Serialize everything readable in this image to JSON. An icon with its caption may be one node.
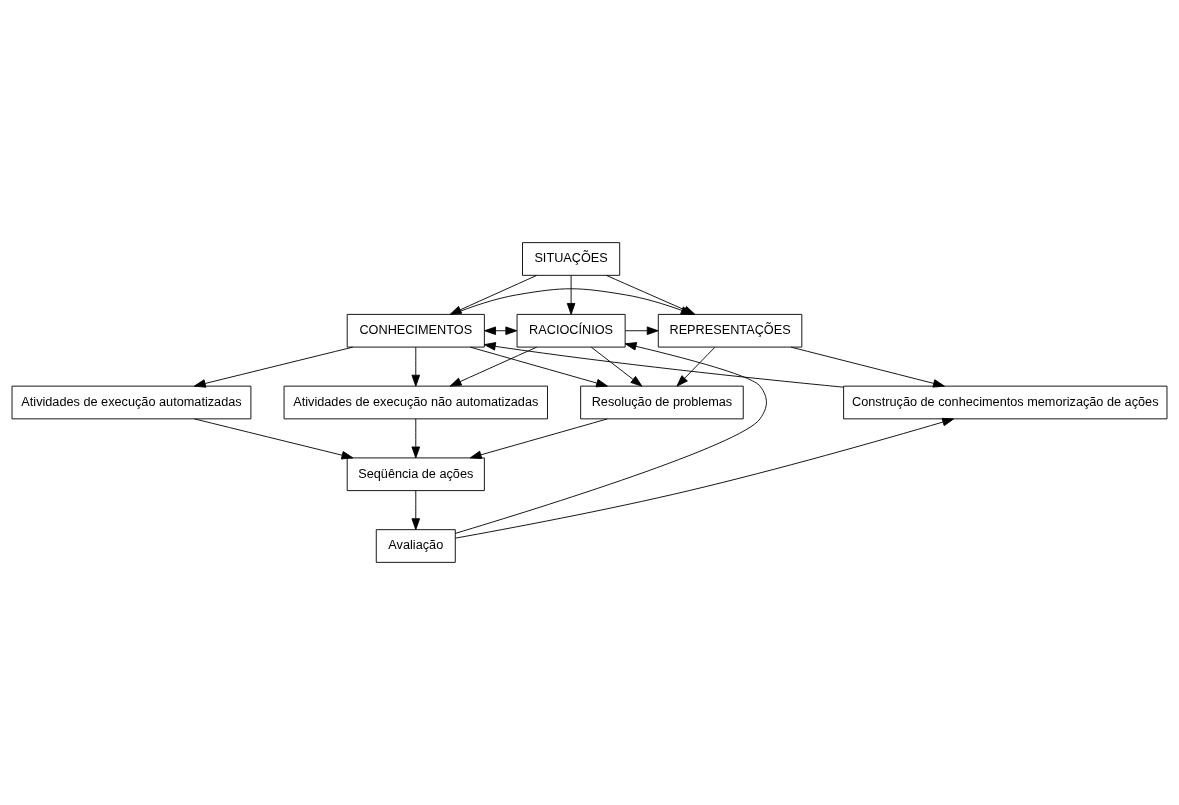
{
  "diagram": {
    "nodes": [
      {
        "text": [
          "SITUAÇÕES"
        ]
      },
      {
        "text": [
          "CONHECIMENTOS"
        ]
      },
      {
        "text": [
          "REPRESENTAÇÕES"
        ]
      },
      {
        "text": [
          "RACIOCÍNIOS"
        ]
      },
      {
        "text": [
          "Construção de conhecimentos memorização de ações"
        ]
      },
      {
        "text": [
          "Atividades de execução automatizadas"
        ]
      },
      {
        "text": [
          "Atividades de execução não automatizadas"
        ]
      },
      {
        "text": [
          "Resolução de problemas"
        ]
      },
      {
        "text": [
          "Seqüência de ações"
        ]
      },
      {
        "text": [
          "Avaliação"
        ]
      }
    ],
    "edges": [
      {
        "from": 0,
        "to": 1,
        "arrow": "to"
      },
      {
        "from": 0,
        "to": 2,
        "arrow": "to"
      },
      {
        "from": 0,
        "to": 3,
        "arrow": "to"
      },
      {
        "from": 1,
        "to": 3,
        "arrow": "both"
      },
      {
        "from": 1,
        "to": 2,
        "arrow": "to"
      },
      {
        "from": 3,
        "to": 2,
        "arrow": "to"
      },
      {
        "from": 4,
        "to": 1,
        "arrow": "to"
      },
      {
        "from": 2,
        "to": 4,
        "arrow": "to"
      },
      {
        "from": 1,
        "to": 5,
        "arrow": "to"
      },
      {
        "from": 1,
        "to": 6,
        "arrow": "to"
      },
      {
        "from": 1,
        "to": 7,
        "arrow": "to"
      },
      {
        "from": 2,
        "to": 7,
        "arrow": "to"
      },
      {
        "from": 3,
        "to": 6,
        "arrow": "to"
      },
      {
        "from": 3,
        "to": 7,
        "arrow": "to"
      },
      {
        "from": 5,
        "to": 8,
        "arrow": "to"
      },
      {
        "from": 6,
        "to": 8,
        "arrow": "to"
      },
      {
        "from": 7,
        "to": 8,
        "arrow": "to"
      },
      {
        "from": 8,
        "to": 9,
        "arrow": "to"
      },
      {
        "from": 9,
        "to": 4,
        "arrow": "to"
      },
      {
        "from": 9,
        "to": 3,
        "arrow": "to"
      }
    ]
  }
}
